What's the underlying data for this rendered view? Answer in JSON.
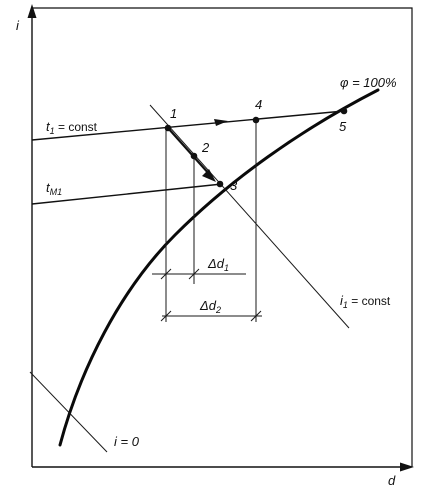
{
  "axes": {
    "y_label": "i",
    "x_label": "d"
  },
  "curves": {
    "saturation_label": "φ = 100%",
    "t1_label_main": "t",
    "t1_label_sub": "1",
    "t1_label_rest": " = const",
    "tm1_label_main": "t",
    "tm1_label_sub": "M1",
    "i1_label_main": "i",
    "i1_label_sub": "1",
    "i1_label_rest": " = const",
    "i0_label": "i = 0"
  },
  "points": {
    "p1": "1",
    "p2": "2",
    "p3": "3",
    "p4": "4",
    "p5": "5"
  },
  "dimensions": {
    "dd1_main": "Δd",
    "dd1_sub": "1",
    "dd2_main": "Δd",
    "dd2_sub": "2"
  }
}
